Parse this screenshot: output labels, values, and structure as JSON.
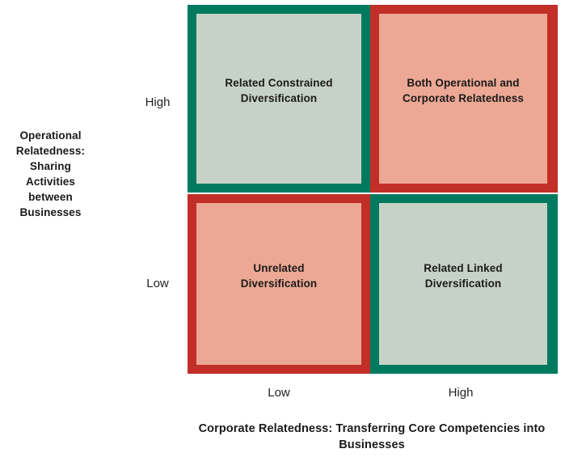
{
  "chart_data": {
    "type": "matrix",
    "title": "",
    "xlabel": "Corporate Relatedness:\nTransferring Core Competencies into Businesses",
    "ylabel": "Operational\nRelatedness:\nSharing\nActivities\nbetween\nBusinesses",
    "x_tick_labels": [
      "Low",
      "High"
    ],
    "y_tick_labels": [
      "High",
      "Low"
    ],
    "grid": false,
    "legend": "none",
    "colors": {
      "green_border": "#007a5e",
      "red_border": "#c22e28",
      "sage_fill": "#c7d2c7",
      "salmon_fill": "#eca894",
      "text": "#1a1a1a",
      "background": "#ffffff"
    },
    "cells": [
      {
        "id": "top-left",
        "x": "Low",
        "y": "High",
        "label": "Related Constrained\nDiversification",
        "border_color": "#007a5e",
        "fill_color": "#c7d2c7"
      },
      {
        "id": "top-right",
        "x": "High",
        "y": "High",
        "label": "Both Operational and\nCorporate Relatedness",
        "border_color": "#c22e28",
        "fill_color": "#eca894"
      },
      {
        "id": "bottom-left",
        "x": "Low",
        "y": "Low",
        "label": "Unrelated\nDiversification",
        "border_color": "#c22e28",
        "fill_color": "#eca894"
      },
      {
        "id": "bottom-right",
        "x": "High",
        "y": "Low",
        "label": "Related Linked\nDiversification",
        "border_color": "#007a5e",
        "fill_color": "#c7d2c7"
      }
    ]
  },
  "axes": {
    "y": {
      "title": "Operational\nRelatedness:\nSharing\nActivities\nbetween\nBusinesses",
      "high_label": "High",
      "low_label": "Low"
    },
    "x": {
      "title": "Corporate Relatedness:\nTransferring Core Competencies into Businesses",
      "low_label": "Low",
      "high_label": "High"
    }
  }
}
